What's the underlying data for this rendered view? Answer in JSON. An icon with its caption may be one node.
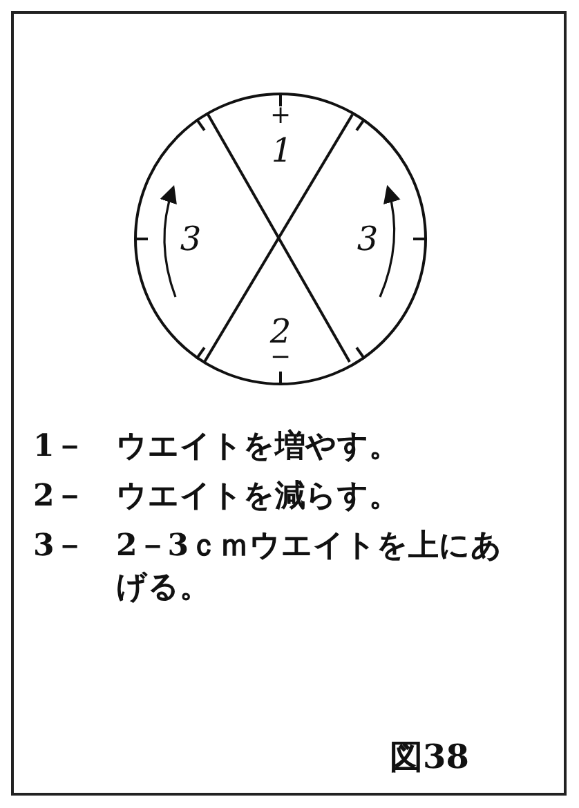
{
  "diagram": {
    "caption": "図38",
    "labels": [
      "+",
      "1",
      "3",
      "3",
      "2",
      "−",
      "1－",
      "ウエイトを増やす。",
      "2－",
      "ウエイトを減らす。",
      "3－",
      "2－3ｃｍウエイトを上にあげる。"
    ]
  }
}
